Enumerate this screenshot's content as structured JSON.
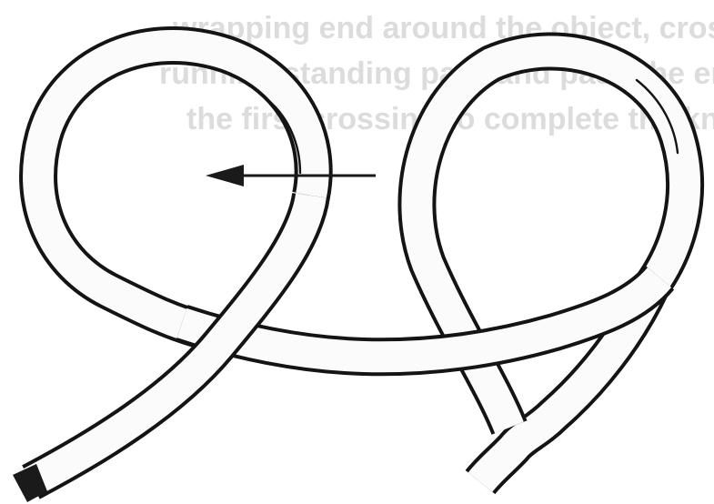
{
  "figure": {
    "colors": {
      "paper": "#ffffff",
      "rope_outline": "#141414",
      "rope_fill": "#fbfbfb",
      "bleed_through": "#dcdcdc",
      "arrow": "#1a1a1a",
      "end_cap": "#1a1a1a"
    },
    "bleed_through_text": [
      "wrapping end around the object, cross over the",
      "running standing part, and pass the end under",
      "the first crossing to complete the knot"
    ]
  }
}
